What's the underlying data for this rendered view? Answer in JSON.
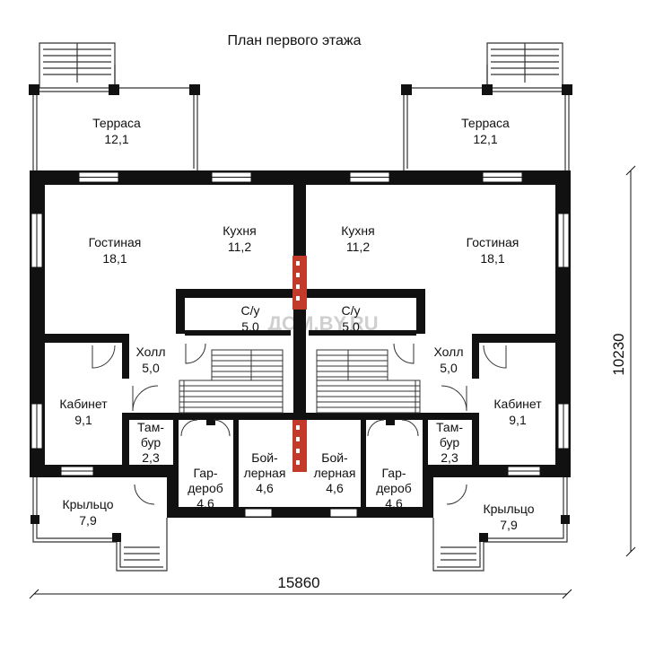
{
  "title": "План первого этажа",
  "watermark": "ДОМ.BY.RU",
  "dimensions": {
    "width": "15860",
    "height": "10230"
  },
  "colors": {
    "wall": "#111111",
    "chimney": "#c23a2a",
    "line": "#333333"
  },
  "rooms": {
    "terrace_left": {
      "name": "Терраса",
      "area": "12,1"
    },
    "terrace_right": {
      "name": "Терраса",
      "area": "12,1"
    },
    "living_left": {
      "name": "Гостиная",
      "area": "18,1"
    },
    "living_right": {
      "name": "Гостиная",
      "area": "18,1"
    },
    "kitchen_left": {
      "name": "Кухня",
      "area": "11,2"
    },
    "kitchen_right": {
      "name": "Кухня",
      "area": "11,2"
    },
    "wc_left": {
      "name": "С/у",
      "area": "5,0"
    },
    "wc_right": {
      "name": "С/у",
      "area": "5,0"
    },
    "hall_left": {
      "name": "Холл",
      "area": "5,0"
    },
    "hall_right": {
      "name": "Холл",
      "area": "5,0"
    },
    "study_left": {
      "name": "Кабинет",
      "area": "9,1"
    },
    "study_right": {
      "name": "Кабинет",
      "area": "9,1"
    },
    "vest_left": {
      "l1": "Там-",
      "l2": "бур",
      "area": "2,3"
    },
    "vest_right": {
      "l1": "Там-",
      "l2": "бур",
      "area": "2,3"
    },
    "ward_left": {
      "l1": "Гар-",
      "l2": "дероб",
      "area": "4,6"
    },
    "ward_right": {
      "l1": "Гар-",
      "l2": "дероб",
      "area": "4,6"
    },
    "boiler_left": {
      "l1": "Бой-",
      "l2": "лерная",
      "area": "4,6"
    },
    "boiler_right": {
      "l1": "Бой-",
      "l2": "лерная",
      "area": "4,6"
    },
    "porch_left": {
      "name": "Крыльцо",
      "area": "7,9"
    },
    "porch_right": {
      "name": "Крыльцо",
      "area": "7,9"
    }
  }
}
